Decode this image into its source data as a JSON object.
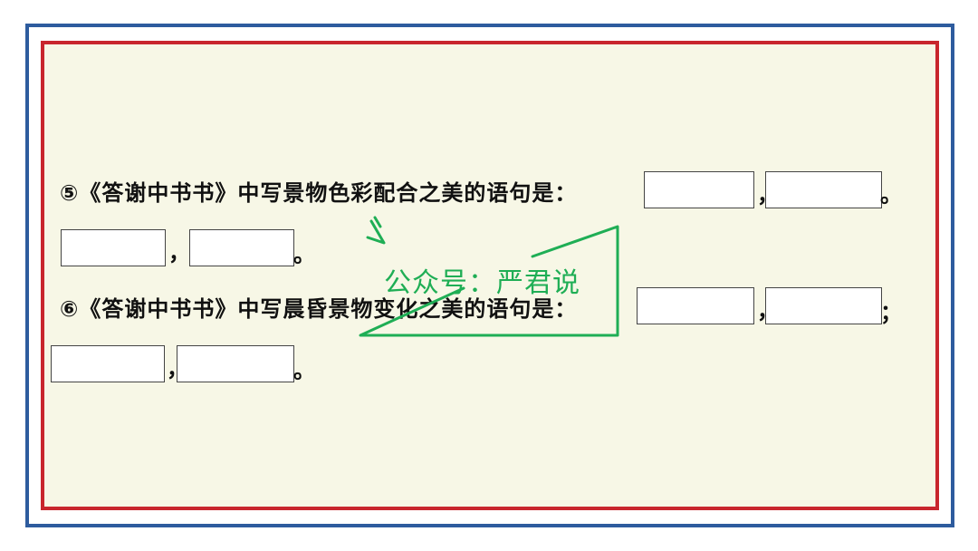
{
  "q5": {
    "number": "⑤",
    "prompt": "《答谢中书书》中写景物色彩配合之美的语句是：",
    "sep1": "，",
    "end1": "。",
    "sep2": "，",
    "end2": "。"
  },
  "q6": {
    "number": "⑥",
    "prompt": "《答谢中书书》中写晨昏景物变化之美的语句是：",
    "sep1": "，",
    "end1": "；",
    "sep2": "，",
    "end2": "。"
  },
  "watermark": {
    "text": "公众号：严君说",
    "color": "#1fae55"
  },
  "colors": {
    "outer_border": "#2e5c9e",
    "inner_border": "#c8262d",
    "panel_bg": "#f7f7e6"
  }
}
